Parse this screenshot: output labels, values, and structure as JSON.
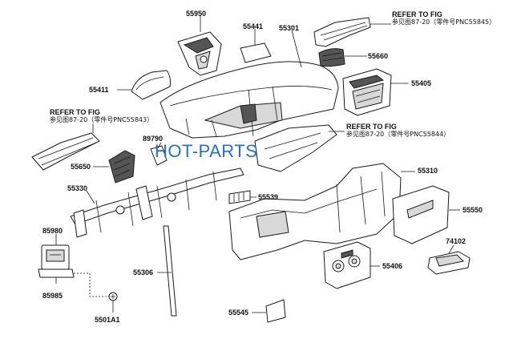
{
  "watermark": "HOT-PARTS",
  "refs": [
    {
      "heading": "REFER TO FIG",
      "body": "参见图87-20（零件号PNC55845）"
    },
    {
      "heading": "REFER TO FIG",
      "body": "参见图87-20（零件号PNC55843）"
    },
    {
      "heading": "REFER TO FIG",
      "body": "参见图87-20（零件号PNC55844）"
    }
  ],
  "labels": {
    "p55950": "55950",
    "p55441": "55441",
    "p55301": "55301",
    "p55660": "55660",
    "p55411": "55411",
    "p55405": "55405",
    "p79790": "89790",
    "p55650": "55650",
    "p55310": "55310",
    "p55330": "55330",
    "p55539": "55539",
    "p55550": "55550",
    "p85980": "85980",
    "p74102": "74102",
    "p55406": "55406",
    "p55306": "55306",
    "p85985": "85985",
    "p5501A1": "5501A1",
    "p55545": "55545"
  }
}
